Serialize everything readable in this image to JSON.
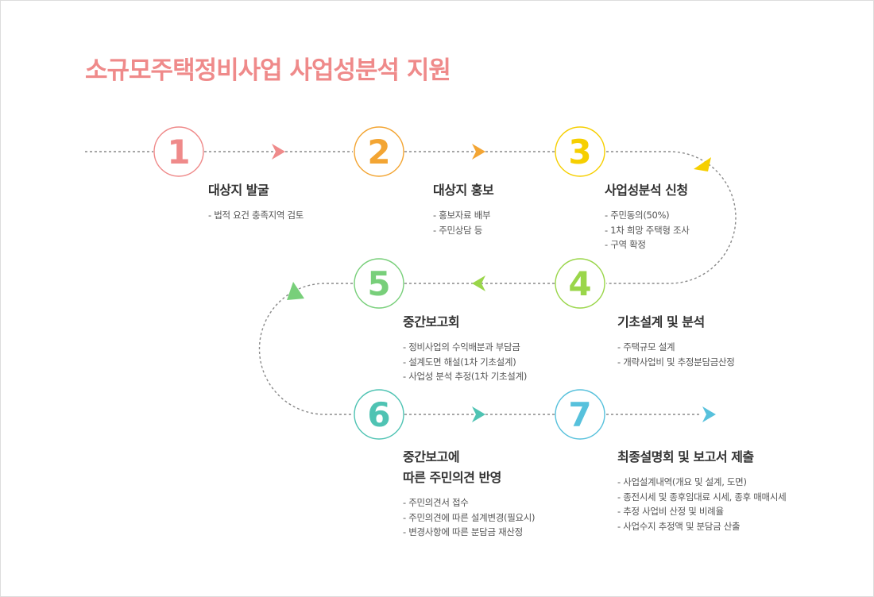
{
  "title": "소규모주택정비사업 사업성분석 지원",
  "colors": {
    "title": "#ef8a8a",
    "connector": "#8a8a8a",
    "step1": "#ef8a8a",
    "step2": "#f3a533",
    "step3": "#f6cf00",
    "step4": "#9ad64a",
    "step5": "#78cf7a",
    "step6": "#4fc3b3",
    "step7": "#57c1dc"
  },
  "steps": [
    {
      "number": "1",
      "title_lines": [
        "대상지 발굴"
      ],
      "items": [
        "법적 요건 충족지역 검토"
      ]
    },
    {
      "number": "2",
      "title_lines": [
        "대상지 홍보"
      ],
      "items": [
        "홍보자료 배부",
        "주민상담 등"
      ]
    },
    {
      "number": "3",
      "title_lines": [
        "사업성분석 신청"
      ],
      "items": [
        "주민동의(50%)",
        "1차 희망 주택형 조사",
        "구역 확정"
      ]
    },
    {
      "number": "4",
      "title_lines": [
        "기초설계 및 분석"
      ],
      "items": [
        "주택규모 설계",
        "개략사업비 및 추정분담금산정"
      ]
    },
    {
      "number": "5",
      "title_lines": [
        "중간보고회"
      ],
      "items": [
        "정비사업의 수익배분과 부담금",
        "설계도면 해설(1차 기초설계)",
        "사업성 분석 추정(1차 기초설계)"
      ]
    },
    {
      "number": "6",
      "title_lines": [
        "중간보고에",
        "따른 주민의견 반영"
      ],
      "items": [
        "주민의견서 접수",
        "주민의견에 따른 설계변경(필요시)",
        "변경사항에 따른 분담금 재산정"
      ]
    },
    {
      "number": "7",
      "title_lines": [
        "최종설명회 및 보고서 제출"
      ],
      "items": [
        "사업설계내역(개요 및 설계, 도면)",
        "종전시세 및 종후임대료 시세, 종후 매매시세",
        "추정 사업비 산정 및 비례율",
        "사업수지 추정액 및 분담금 산출"
      ]
    }
  ]
}
